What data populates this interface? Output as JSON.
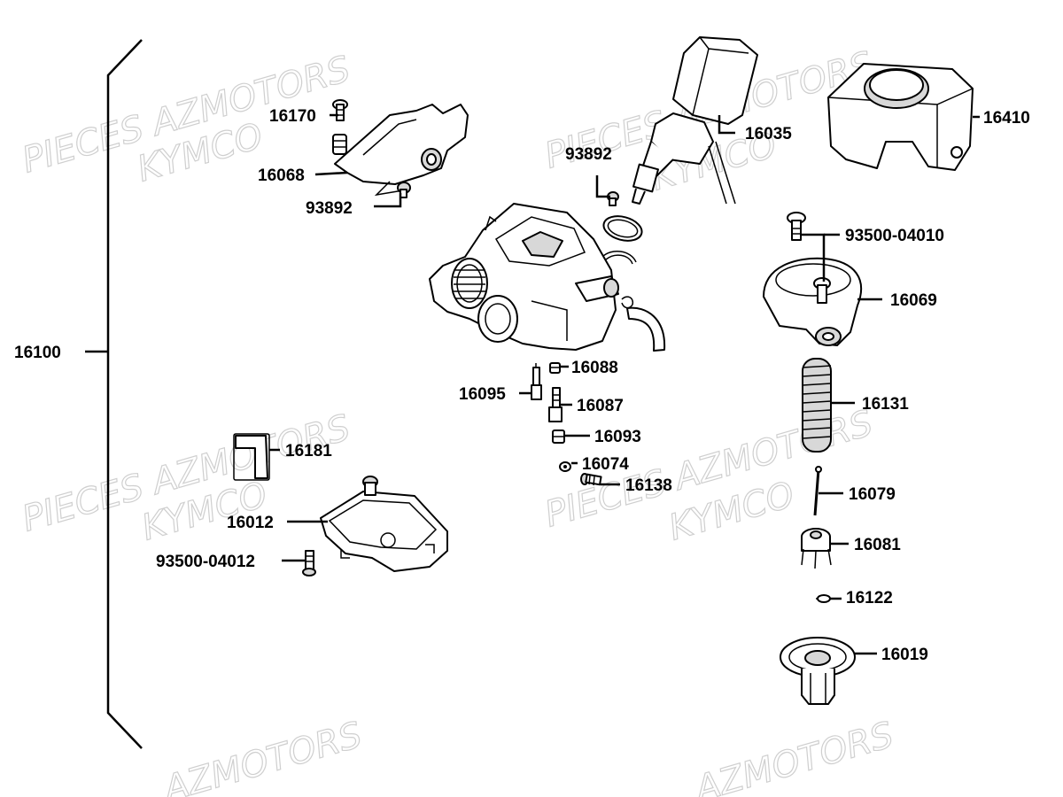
{
  "watermarks": [
    {
      "text": "PIECES AZMOTORS"
    },
    {
      "text": "KYMCO"
    },
    {
      "text": "PIECES AZMOTORS"
    },
    {
      "text": "KYMCO"
    },
    {
      "text": "PIECES AZMOTORS"
    },
    {
      "text": "KYMCO"
    },
    {
      "text": "PIECES AZMOTORS"
    },
    {
      "text": "KYMCO"
    },
    {
      "text": "AZMOTORS"
    },
    {
      "text": "AZMOTORS"
    }
  ],
  "assembly": {
    "label": "16100"
  },
  "parts": [
    {
      "id": "16170",
      "label": "16170"
    },
    {
      "id": "16068",
      "label": "16068"
    },
    {
      "id": "93892-a",
      "label": "93892"
    },
    {
      "id": "93892-b",
      "label": "93892"
    },
    {
      "id": "16035",
      "label": "16035"
    },
    {
      "id": "16410",
      "label": "16410"
    },
    {
      "id": "93500-04010",
      "label": "93500-04010"
    },
    {
      "id": "16069",
      "label": "16069"
    },
    {
      "id": "16088",
      "label": "16088"
    },
    {
      "id": "16095",
      "label": "16095"
    },
    {
      "id": "16087",
      "label": "16087"
    },
    {
      "id": "16093",
      "label": "16093"
    },
    {
      "id": "16074",
      "label": "16074"
    },
    {
      "id": "16138",
      "label": "16138"
    },
    {
      "id": "16131",
      "label": "16131"
    },
    {
      "id": "16079",
      "label": "16079"
    },
    {
      "id": "16081",
      "label": "16081"
    },
    {
      "id": "16122",
      "label": "16122"
    },
    {
      "id": "16019",
      "label": "16019"
    },
    {
      "id": "16181",
      "label": "16181"
    },
    {
      "id": "16012",
      "label": "16012"
    },
    {
      "id": "93500-04012",
      "label": "93500-04012"
    }
  ]
}
